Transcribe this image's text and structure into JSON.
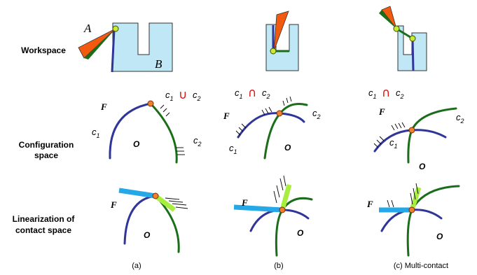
{
  "row_labels": {
    "workspace": "Workspace",
    "config_line1": "Configuration",
    "config_line2": "space",
    "lin_line1": "Linearization of",
    "lin_line2": "contact space"
  },
  "captions": [
    "(a)",
    "(b)",
    "(c) Multi-contact"
  ],
  "workspace_labels": {
    "a": "A",
    "b": "B"
  },
  "symbols": {
    "free_space": "F",
    "obstacle": "O",
    "c1": "c",
    "c2": "c",
    "sub1": "1",
    "sub2": "2",
    "union": "∪",
    "intersection": "∩"
  },
  "colors": {
    "obstacle_fill": "#bfe7f5",
    "curve_c1": "#2f3599",
    "curve_c2": "#1a6e1a",
    "contact_point": "#f08030",
    "robot_triangle": "#f25a10",
    "linearization_c1": "#24a8e8",
    "linearization_c2": "#a8ee40",
    "set_operator": "#e01010"
  }
}
